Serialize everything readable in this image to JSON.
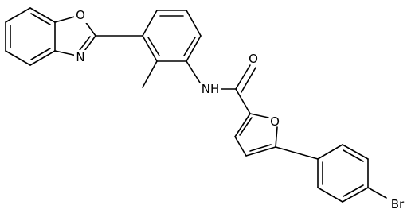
{
  "molecule": {
    "atom_labels": {
      "benzoxazole_o": "O",
      "benzoxazole_n": "N",
      "amide_nh": "NH",
      "carbonyl_o": "O",
      "furan_o": "O",
      "bromine": "Br"
    }
  }
}
